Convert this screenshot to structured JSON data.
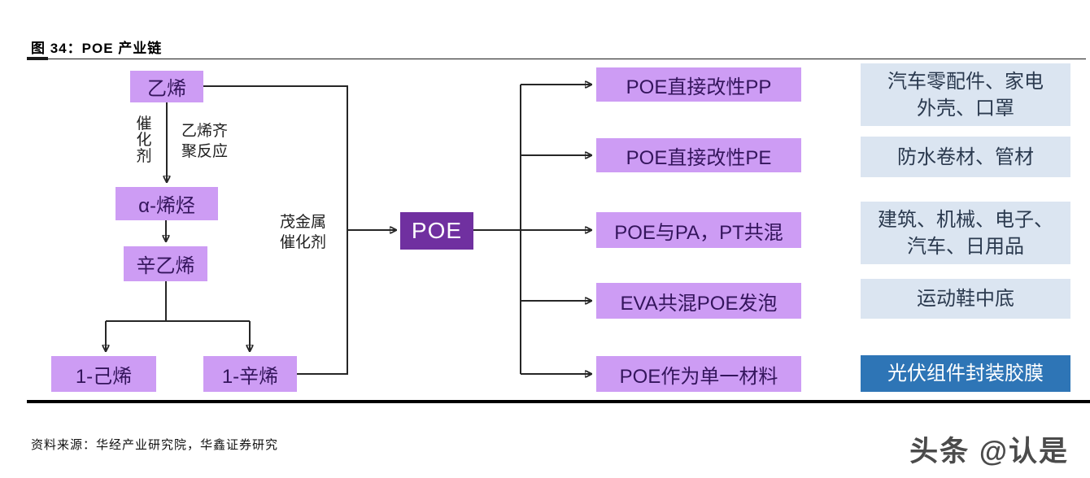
{
  "figure": {
    "title": "图 34：POE 产业链",
    "nodes": {
      "ethylene": "乙烯",
      "alpha_olefin": "α-烯烃",
      "octene_intermediate": "辛乙烯",
      "hexene_1": "1-己烯",
      "octene_1": "1-辛烯",
      "poe": "POE"
    },
    "edge_labels": {
      "catalyst": "催\n化\n剂",
      "oligomerization": "乙烯齐\n聚反应",
      "metallocene_catalyst": "茂金属\n催化剂"
    },
    "applications": [
      {
        "process": "POE直接改性PP",
        "use": "汽车零配件、家电\n外壳、口罩"
      },
      {
        "process": "POE直接改性PE",
        "use": "防水卷材、管材"
      },
      {
        "process": "POE与PA，PT共混",
        "use": "建筑、机械、电子、\n汽车、日用品"
      },
      {
        "process": "EVA共混POE发泡",
        "use": "运动鞋中底"
      },
      {
        "process": "POE作为单一材料",
        "use": "光伏组件封装胶膜"
      }
    ]
  },
  "colors": {
    "light_purple": "#CD9CF4",
    "dark_purple": "#7030A0",
    "light_blue": "#DBE5F1",
    "dark_blue": "#2E75B6",
    "line": "#262626"
  },
  "footer": {
    "source": "资料来源：华经产业研究院，华鑫证券研究",
    "watermark": "头条 @认是"
  }
}
